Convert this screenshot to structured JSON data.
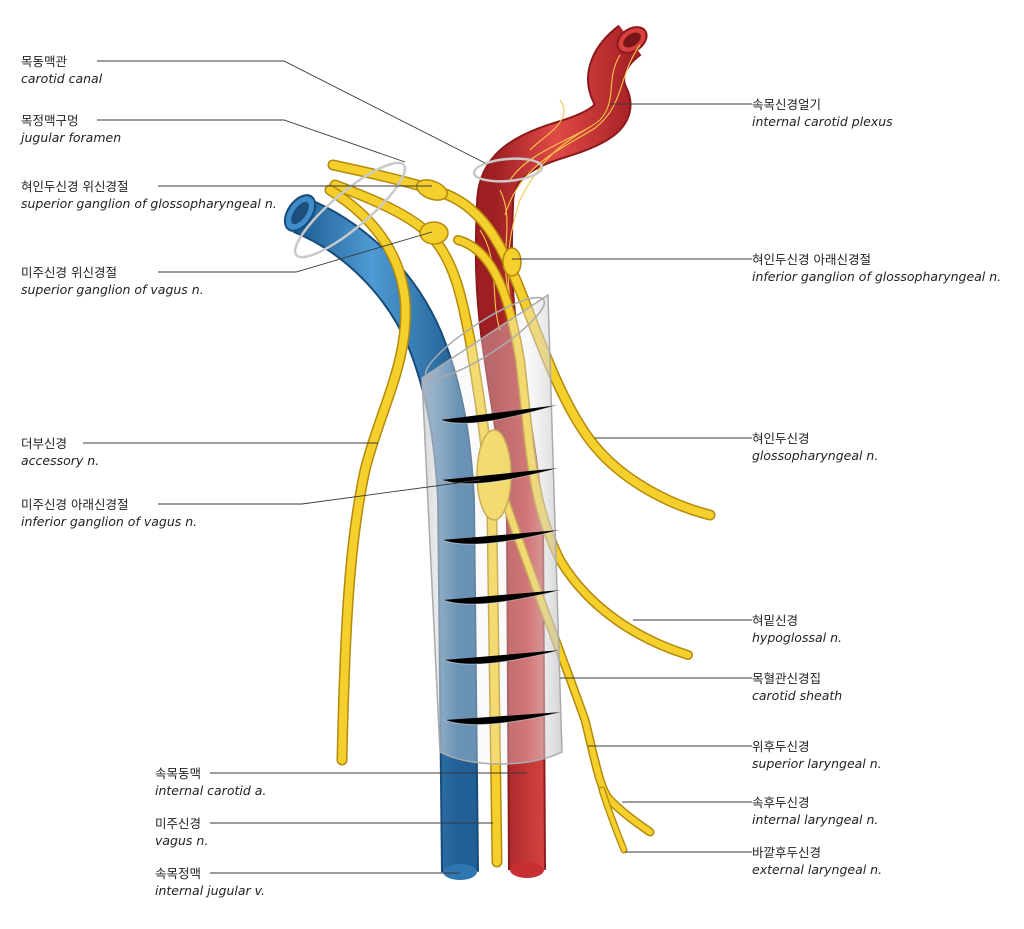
{
  "labels": {
    "carotid_canal": {
      "ko": "목동맥관",
      "en": "carotid canal"
    },
    "jugular_foramen": {
      "ko": "목정맥구멍",
      "en": "jugular foramen"
    },
    "sup_ganglion_glosso": {
      "ko": "혀인두신경 위신경절",
      "en": "superior ganglion of glossopharyngeal n."
    },
    "sup_ganglion_vagus": {
      "ko": "미주신경 위신경절",
      "en": "superior ganglion of vagus n."
    },
    "accessory": {
      "ko": "더부신경",
      "en": "accessory n."
    },
    "inf_ganglion_vagus": {
      "ko": "미주신경 아래신경절",
      "en": "inferior ganglion of vagus n."
    },
    "internal_carotid_a": {
      "ko": "속목동맥",
      "en": "internal carotid a."
    },
    "vagus": {
      "ko": "미주신경",
      "en": "vagus n."
    },
    "internal_jugular_v": {
      "ko": "속목정맥",
      "en": "internal jugular v."
    },
    "internal_carotid_plexus": {
      "ko": "속목신경얼기",
      "en": "internal carotid plexus"
    },
    "inf_ganglion_glosso": {
      "ko": "혀인두신경 아래신경절",
      "en": "inferior ganglion of glossopharyngeal n."
    },
    "glossopharyngeal": {
      "ko": "혀인두신경",
      "en": "glossopharyngeal n."
    },
    "hypoglossal": {
      "ko": "혀밑신경",
      "en": "hypoglossal n."
    },
    "carotid_sheath": {
      "ko": "목혈관신경집",
      "en": "carotid sheath"
    },
    "superior_laryngeal": {
      "ko": "위후두신경",
      "en": "superior laryngeal n."
    },
    "internal_laryngeal": {
      "ko": "속후두신경",
      "en": "internal laryngeal n."
    },
    "external_laryngeal": {
      "ko": "바깥후두신경",
      "en": "external laryngeal n."
    }
  },
  "colors": {
    "artery": "#d8383c",
    "vein": "#3b86c4",
    "nerve": "#f2c81e",
    "sheath": "#d9dadc"
  }
}
